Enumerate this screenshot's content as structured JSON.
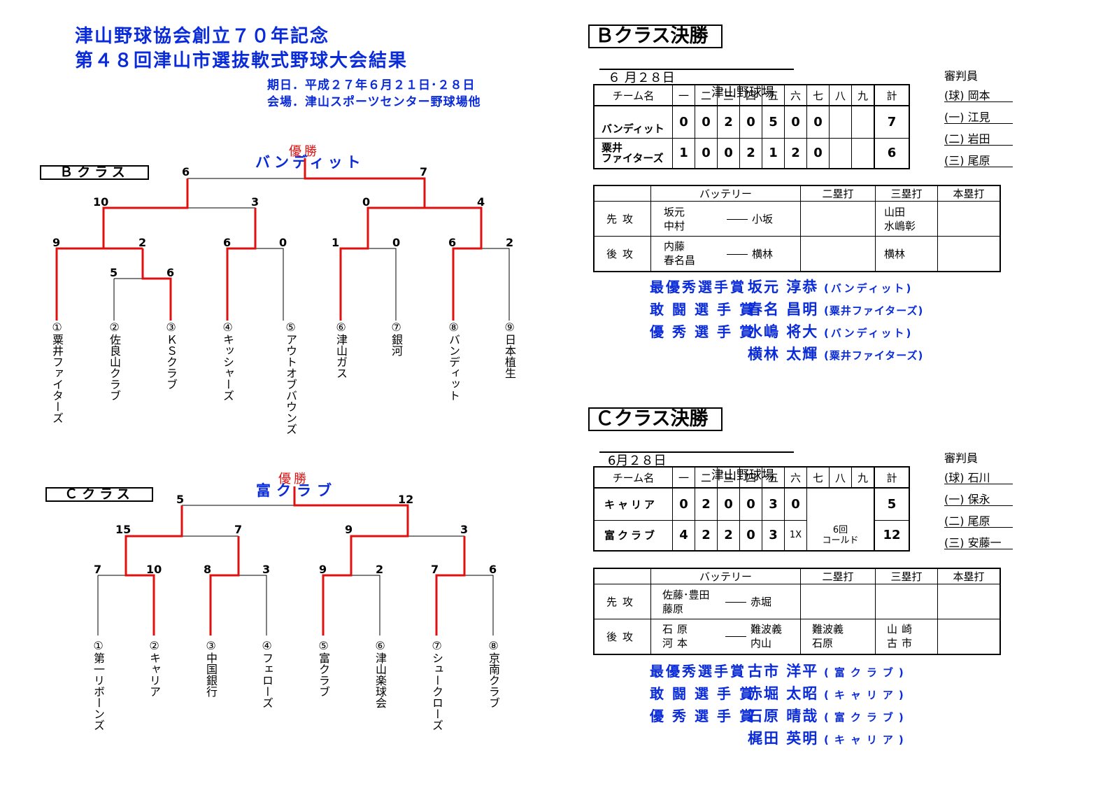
{
  "header": {
    "title1": "津山野球協会創立７０年記念",
    "title2": "第４８回津山市選抜軟式野球大会結果",
    "period": "期日．平成２７年６月２１日･２８日",
    "venue": "会場．津山スポーツセンター野球場他"
  },
  "b_bracket": {
    "class_label": "Ｂクラス",
    "champion_label": "優勝",
    "champion_name": "バンディット",
    "final_scores": [
      "6",
      "7"
    ],
    "semi_scores": [
      "10",
      "3",
      "0",
      "4"
    ],
    "first_scores": [
      "9",
      "2",
      "6",
      "0",
      "1",
      "0",
      "6",
      "2"
    ],
    "pre_scores": [
      "5",
      "6"
    ],
    "teams": [
      "①粟井ファイターズ",
      "②佐良山クラブ",
      "③ＫＳクラブ",
      "④キッシャーズ",
      "⑤アウトオブバウンズ",
      "⑥津山ガス",
      "⑦銀河",
      "⑧バンディット",
      "⑨日本植生"
    ]
  },
  "c_bracket": {
    "class_label": "Ｃクラス",
    "champion_label": "優勝",
    "champion_name": "富クラブ",
    "final_scores": [
      "5",
      "12"
    ],
    "semi_scores": [
      "15",
      "7",
      "9",
      "3"
    ],
    "first_scores": [
      "7",
      "10",
      "8",
      "3",
      "9",
      "2",
      "7",
      "6"
    ],
    "teams": [
      "①第一リボーンズ",
      "②キャリア",
      "③中国銀行",
      "④フェローズ",
      "⑤富クラブ",
      "⑥津山楽球会",
      "⑦シュークローズ",
      "⑧京南クラブ"
    ]
  },
  "b_final": {
    "heading": "Ｂクラス決勝",
    "date": "６ 月２８日",
    "venue": "津山野球場",
    "umpire_title": "審判員",
    "umpires": [
      "(球) 岡本",
      "(一) 江見",
      "(二) 岩田",
      "(三) 尾原"
    ],
    "score_header": [
      "チーム名",
      "一",
      "二",
      "三",
      "四",
      "五",
      "六",
      "七",
      "八",
      "九",
      "計"
    ],
    "rows": [
      {
        "team": "バンディット",
        "innings": [
          "0",
          "0",
          "2",
          "0",
          "5",
          "0",
          "0",
          "",
          ""
        ],
        "total": "7"
      },
      {
        "team": "粟井\nファイターズ",
        "innings": [
          "1",
          "0",
          "0",
          "2",
          "1",
          "2",
          "0",
          "",
          ""
        ],
        "total": "6"
      }
    ],
    "battery_header": [
      "バッテリー",
      "二塁打",
      "三塁打",
      "本塁打"
    ],
    "battery": [
      {
        "side": "先攻",
        "pitchers": "坂元\n中村",
        "catcher": "小坂",
        "doubles": "",
        "triples": "山田\n水嶋彰",
        "homers": ""
      },
      {
        "side": "後攻",
        "pitchers": "内藤\n春名昌",
        "catcher": "横林",
        "doubles": "",
        "triples": "横林",
        "homers": ""
      }
    ],
    "awards": [
      {
        "label": "最優秀選手賞",
        "name": "坂元 淳恭",
        "team": "(バンディット)"
      },
      {
        "label": "敢闘選手賞",
        "name": "春名 昌明",
        "team": "(粟井ファイターズ)"
      },
      {
        "label": "優秀選手賞",
        "name": "水嶋 将大",
        "team": "(バンディット)"
      },
      {
        "label": "",
        "name": "横林 太輝",
        "team": "(粟井ファイターズ)"
      }
    ]
  },
  "c_final": {
    "heading": "Ｃクラス決勝",
    "date": "6月２８日",
    "venue": "津山野球場",
    "umpire_title": "審判員",
    "umpires": [
      "(球) 石川",
      "(一) 保永",
      "(二) 尾原",
      "(三) 安藤一"
    ],
    "score_header": [
      "チーム名",
      "一",
      "二",
      "三",
      "四",
      "五",
      "六",
      "七",
      "八",
      "九",
      "計"
    ],
    "rows": [
      {
        "team": "キャリア",
        "innings": [
          "0",
          "2",
          "0",
          "0",
          "3",
          "0"
        ],
        "total": "5"
      },
      {
        "team": "富クラブ",
        "innings": [
          "4",
          "2",
          "2",
          "0",
          "3",
          "1X"
        ],
        "total": "12"
      }
    ],
    "called_note": "6回\nコールド",
    "battery_header": [
      "バッテリー",
      "二塁打",
      "三塁打",
      "本塁打"
    ],
    "battery": [
      {
        "side": "先攻",
        "pitchers": "佐藤･豊田\n藤原",
        "catcher": "赤堀",
        "doubles": "",
        "triples": "",
        "homers": ""
      },
      {
        "side": "後攻",
        "pitchers": "石原\n河本",
        "catcher": "難波義\n内山",
        "doubles": "難波義\n石原",
        "triples": "山崎\n古市",
        "homers": ""
      }
    ],
    "awards": [
      {
        "label": "最優秀選手賞",
        "name": "古市 洋平",
        "team": "(富クラブ)"
      },
      {
        "label": "敢闘選手賞",
        "name": "赤堀 太昭",
        "team": "(キャリア)"
      },
      {
        "label": "優秀選手賞",
        "name": "石原 晴哉",
        "team": "(富クラブ)"
      },
      {
        "label": "",
        "name": "梶田 英明",
        "team": "(キャリア)"
      }
    ]
  },
  "colors": {
    "title": "#0a2bd9",
    "winner_line": "#e01010",
    "champion_label": "#e01010"
  }
}
